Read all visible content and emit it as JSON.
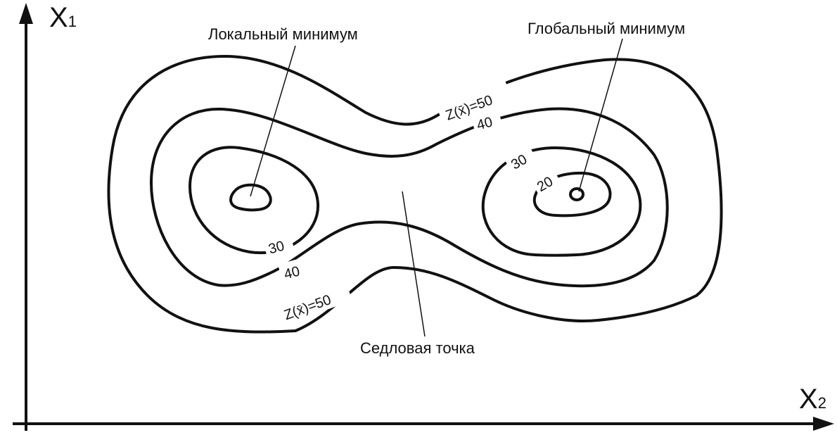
{
  "axes": {
    "vertical": {
      "letter": "X",
      "subscript": "1"
    },
    "horizontal": {
      "letter": "X",
      "subscript": "2"
    }
  },
  "annotations": {
    "local_minimum": "Локальный минимум",
    "global_minimum": "Глобальный минимум",
    "saddle_point": "Седловая точка"
  },
  "contour_labels": {
    "outer_top": "Z(x̄)=50",
    "outer_bottom": "Z(x̄)=50",
    "level_40_top": "40",
    "level_40_bottom": "40",
    "level_30_top": "30",
    "level_30_bottom": "30",
    "level_20": "20"
  },
  "colors": {
    "line": "#111111",
    "background": "#ffffff"
  }
}
